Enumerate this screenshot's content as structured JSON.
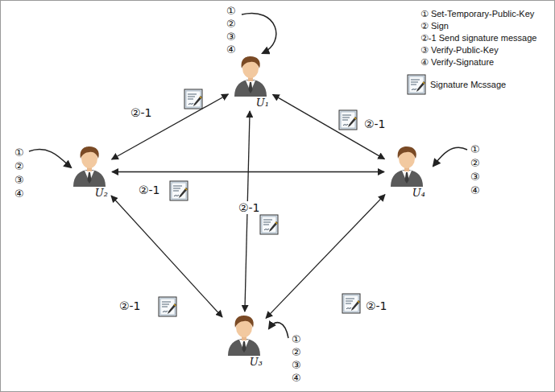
{
  "diagram": {
    "nodes": [
      {
        "text": [
          "U₁"
        ]
      },
      {
        "text": [
          "U₂"
        ]
      },
      {
        "text": [
          "U₄"
        ]
      },
      {
        "text": [
          "U₃"
        ]
      }
    ],
    "edges": [
      {
        "from": 0,
        "to": 1,
        "arrow": "both",
        "label": "②-1"
      },
      {
        "from": 0,
        "to": 3,
        "arrow": "both",
        "label": "②-1"
      },
      {
        "from": 0,
        "to": 2,
        "arrow": "both",
        "label": "②-1"
      },
      {
        "from": 1,
        "to": 2,
        "arrow": "both",
        "label": "②-1"
      },
      {
        "from": 1,
        "to": 3,
        "arrow": "both",
        "label": "②-1"
      },
      {
        "from": 3,
        "to": 2,
        "arrow": "both",
        "label": "②-1"
      }
    ],
    "labels": [
      "①",
      "②",
      "③",
      "④",
      "①",
      "②",
      "③",
      "④",
      "①",
      "②",
      "③",
      "④",
      "①",
      "②",
      "③",
      "④"
    ],
    "legend": [
      {
        "text": "① Set-Temporary-Public-Key"
      },
      {
        "text": "② Sign"
      },
      {
        "text": "②-1 Send signature message"
      },
      {
        "text": "③ Verify-Public-Key"
      },
      {
        "text": "④ Verify-Signature"
      },
      {
        "text": "Signature Mcssage"
      }
    ]
  }
}
